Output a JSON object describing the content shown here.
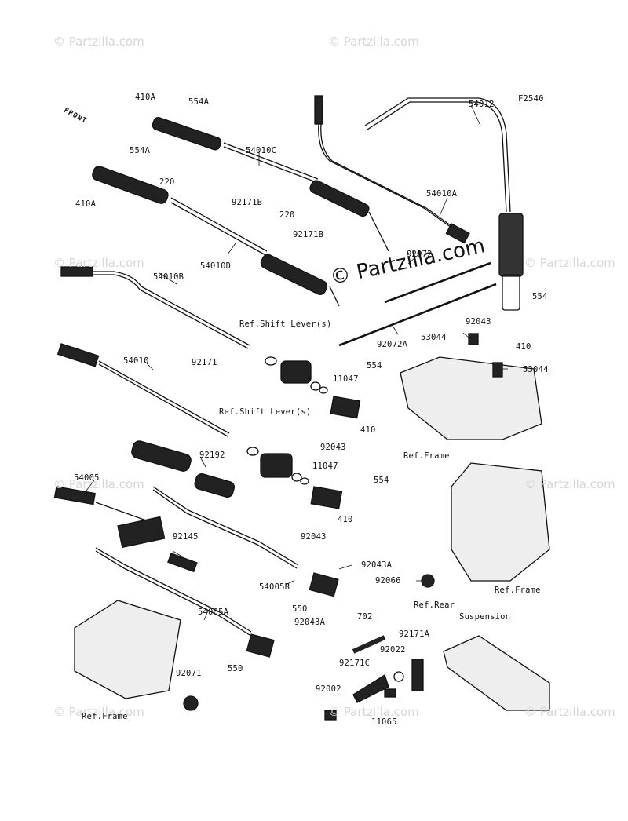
{
  "figure_code": "F2540",
  "front_label": "FRONT",
  "center_watermark": "© Partzilla.com",
  "watermark_text": "© Partzilla.com",
  "labels": {
    "p410A_top": "410A",
    "p554A_top": "554A",
    "p554A_mid": "554A",
    "p410A_mid": "410A",
    "p220_a": "220",
    "p92171B_a": "92171B",
    "p54010C": "54010C",
    "p220_b": "220",
    "p92171B_b": "92171B",
    "p54010D": "54010D",
    "p54012": "54012",
    "p54010A": "54010A",
    "p92072": "92072",
    "p92072A": "92072A",
    "p54010B": "54010B",
    "p554_right": "554",
    "p92043_right": "92043",
    "p410_right": "410",
    "p53044_a": "53044",
    "p53044_b": "53044",
    "ref_shift_1": "Ref.Shift Lever(s)",
    "p54010": "54010",
    "p92171": "92171",
    "p11047_a": "11047",
    "p554_mid": "554",
    "p410_mid": "410",
    "p92043_mid": "92043",
    "ref_frame_1": "Ref.Frame",
    "ref_shift_2": "Ref.Shift Lever(s)",
    "p92192": "92192",
    "p11047_b": "11047",
    "p554_low": "554",
    "p410_low": "410",
    "p92043_low": "92043",
    "p54005": "54005",
    "p92145": "92145",
    "p54005B": "54005B",
    "p92043A_a": "92043A",
    "p92066": "92066",
    "ref_frame_2": "Ref.Frame",
    "p54005A": "54005A",
    "p550_a": "550",
    "p92043A_b": "92043A",
    "p702": "702",
    "ref_rear": "Ref.Rear",
    "suspension": "Suspension",
    "p92171A": "92171A",
    "p92022": "92022",
    "p92171C": "92171C",
    "p550_b": "550",
    "p92071": "92071",
    "p92002": "92002",
    "p11065": "11065",
    "ref_frame_3": "Ref.Frame"
  }
}
